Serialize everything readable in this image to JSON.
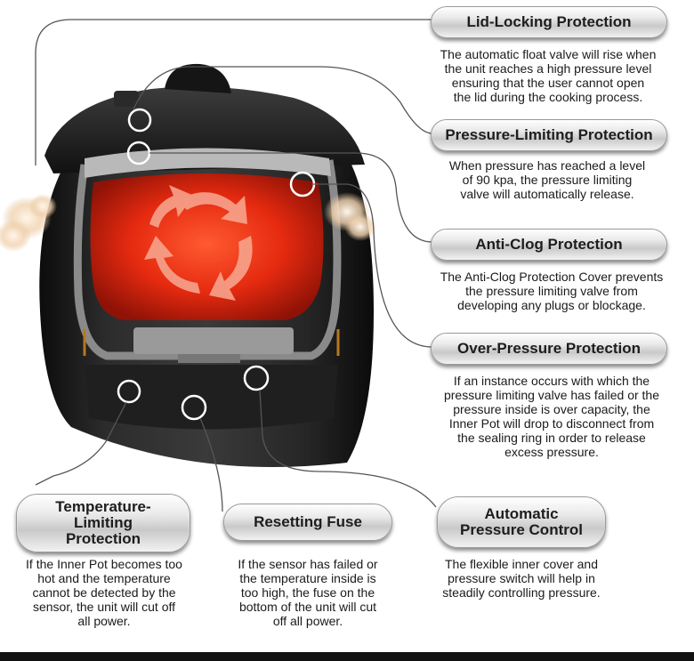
{
  "callouts": {
    "lid_locking": {
      "title": "Lid-Locking Protection",
      "desc": [
        "The automatic float valve will rise when",
        "the unit reaches a high pressure level",
        "ensuring that the user cannot open",
        "the lid during the cooking process."
      ]
    },
    "pressure_limiting": {
      "title": "Pressure-Limiting Protection",
      "desc": [
        "When pressure has reached a level",
        "of 90 kpa, the pressure limiting",
        "valve will automatically release."
      ]
    },
    "anti_clog": {
      "title": "Anti-Clog Protection",
      "desc": [
        "The Anti-Clog Protection Cover prevents",
        "the pressure limiting valve from",
        "developing any plugs or blockage."
      ]
    },
    "over_pressure": {
      "title": "Over-Pressure Protection",
      "desc": [
        "If an instance occurs with which the",
        "pressure limiting valve has failed or the",
        "pressure inside is over capacity, the",
        "Inner Pot will drop to disconnect from",
        "the sealing ring in order to release",
        "excess pressure."
      ]
    },
    "temperature_limiting": {
      "title": [
        "Temperature-",
        "Limiting",
        "Protection"
      ],
      "desc": [
        "If the Inner Pot becomes too",
        "hot and the temperature",
        "cannot be detected by the",
        "sensor, the unit will cut off",
        "all power."
      ]
    },
    "resetting_fuse": {
      "title": "Resetting Fuse",
      "desc": [
        "If the sensor has failed or",
        "the temperature inside is",
        "too high, the fuse on the",
        "bottom of the unit will cut",
        "off all power."
      ]
    },
    "automatic_pressure": {
      "title": [
        "Automatic",
        "Pressure Control"
      ],
      "desc": [
        "The flexible inner cover and",
        "pressure switch will help in",
        "steadily controlling pressure."
      ]
    }
  },
  "colors": {
    "body": "#1c1c1c",
    "pot_glow": "#e52a10",
    "steam": "#f3d9b8",
    "leader": "#555555"
  },
  "icons": [
    "steam-left-icon",
    "steam-right-icon",
    "rotation-arrows-icon",
    "float-valve-icon",
    "pressure-valve-icon",
    "sensor-icon",
    "fuse-icon",
    "pressure-switch-icon"
  ]
}
